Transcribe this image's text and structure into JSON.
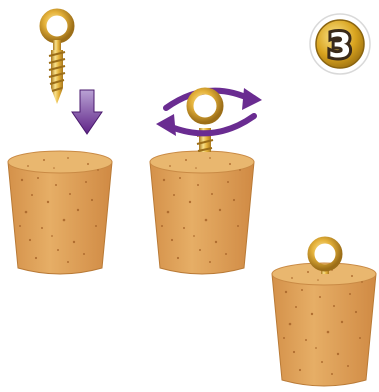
{
  "step_badge": {
    "number": "3",
    "badge_color": "#D4A017",
    "number_color": "#3A2A1A"
  },
  "colors": {
    "cork_fill": "#DFA35B",
    "cork_top": "#E9B76F",
    "cork_speckle": "#A8652A",
    "cork_outline": "#B97A36",
    "screw_gold": "#E5B23A",
    "screw_highlight": "#F8E08A",
    "screw_shadow": "#A9781D",
    "arrow_purple": "#6A2C91"
  },
  "icons": {
    "insert_arrow": "arrow-down-icon",
    "twist_arrow": "rotate-icon",
    "eye_screw": "eye-screw-icon"
  },
  "panels": [
    {
      "name": "panel-insert",
      "action": "insert"
    },
    {
      "name": "panel-twist",
      "action": "twist"
    },
    {
      "name": "panel-finished",
      "action": "finished"
    }
  ]
}
